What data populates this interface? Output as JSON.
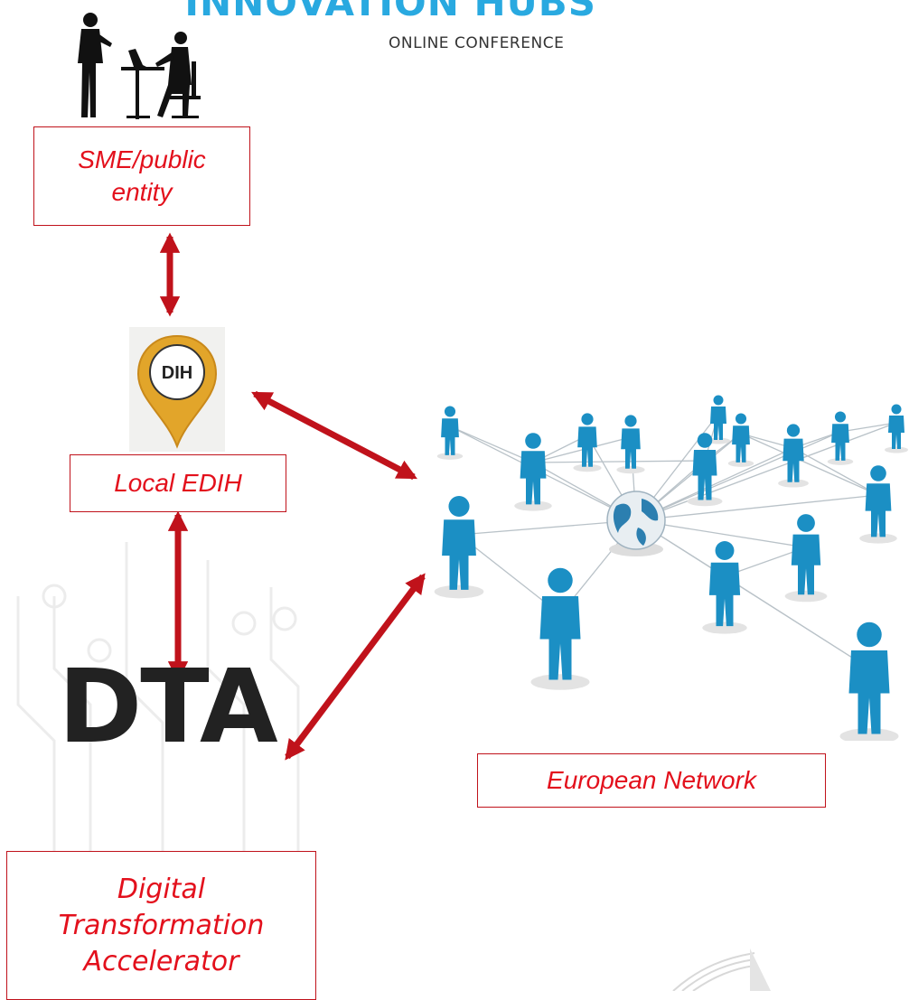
{
  "header": {
    "title": "INNOVATION HUBS",
    "subtitle": "ONLINE CONFERENCE"
  },
  "nodes": {
    "sme": {
      "label": "SME/public entity",
      "lines": [
        "SME/public",
        "entity"
      ]
    },
    "edih": {
      "label": "Local EDIH",
      "pin_text": "DIH"
    },
    "dta": {
      "title": "DTA",
      "label": "Digital Transformation Accelerator",
      "lines": [
        "Digital",
        "Transformation",
        "Accelerator"
      ]
    },
    "network": {
      "label": "European Network"
    }
  },
  "colors": {
    "accent_red": "#c0121b",
    "label_red": "#e3101c",
    "person_blue": "#1b8fc4",
    "header_blue": "#29a9e0",
    "pin_gold": "#e2a52a"
  },
  "icons": {
    "people": "office-workers-silhouette-icon",
    "pin": "map-pin-icon",
    "network": "people-network-globe-icon"
  }
}
